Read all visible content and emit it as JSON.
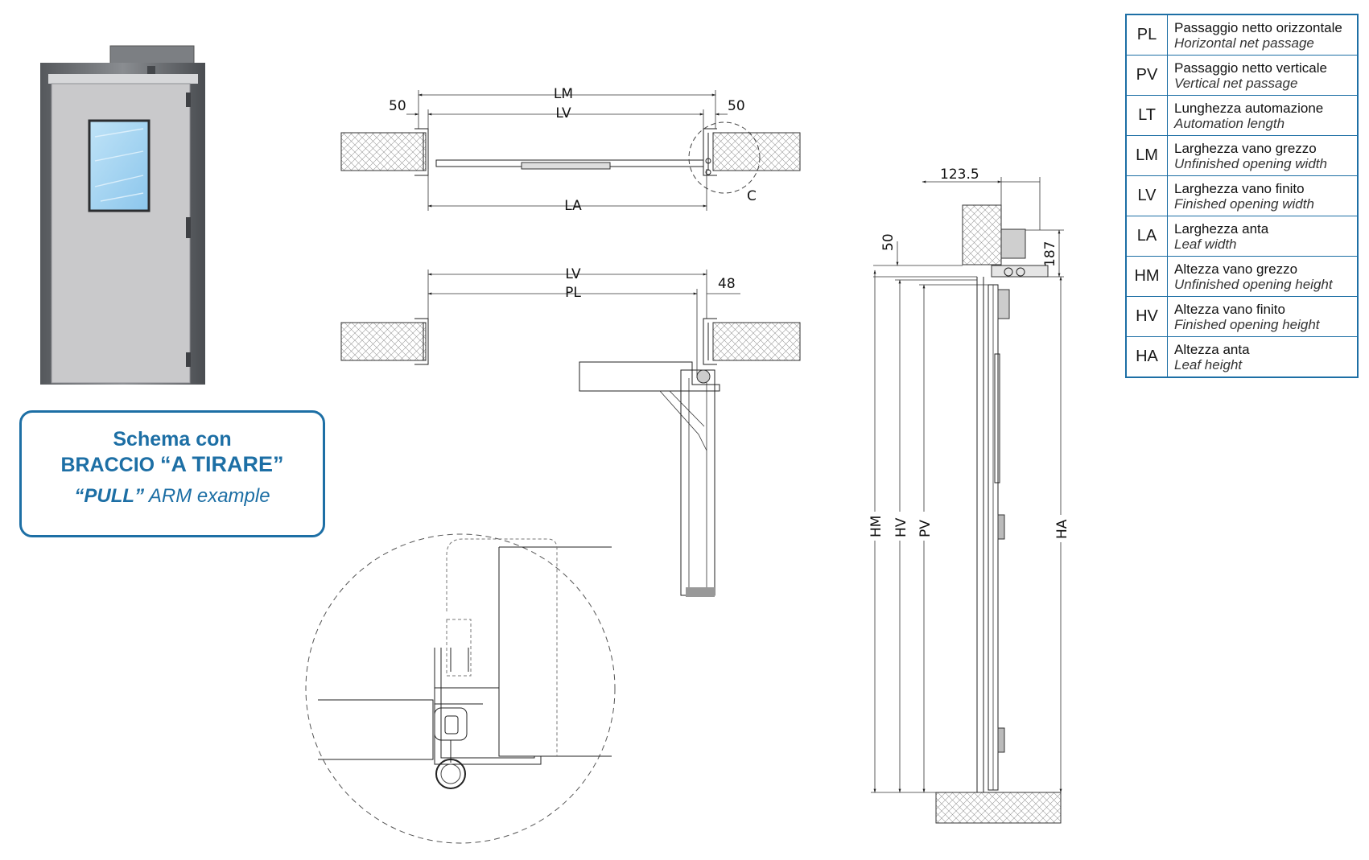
{
  "caption": {
    "line1": "Schema con",
    "line2_a": "BRACCIO ",
    "line2_b": "“A TIRARE”",
    "line3_a": "“PULL”",
    "line3_b": " ARM example"
  },
  "top_plan": {
    "lm": "LM",
    "lv": "LV",
    "la": "LA",
    "left_offset": "50",
    "right_offset": "50",
    "detail_label": "C"
  },
  "open_plan": {
    "lv": "LV",
    "pl": "PL",
    "offset": "48"
  },
  "section": {
    "top_width": "123.5",
    "top_gap": "50",
    "right_height": "187",
    "hm": "HM",
    "hv": "HV",
    "pv": "PV",
    "ha": "HA"
  },
  "legend": [
    {
      "code": "PL",
      "it_name": "Passaggio netto orizzontale",
      "en_name": "Horizontal net passage"
    },
    {
      "code": "PV",
      "it_name": "Passaggio netto verticale",
      "en_name": "Vertical net passage"
    },
    {
      "code": "LT",
      "it_name": "Lunghezza automazione",
      "en_name": "Automation length"
    },
    {
      "code": "LM",
      "it_name": "Larghezza vano grezzo",
      "en_name": "Unfinished opening width"
    },
    {
      "code": "LV",
      "it_name": "Larghezza vano finito",
      "en_name": "Finished opening width"
    },
    {
      "code": "LA",
      "it_name": "Larghezza anta",
      "en_name": "Leaf width"
    },
    {
      "code": "HM",
      "it_name": "Altezza vano grezzo",
      "en_name": "Unfinished opening height"
    },
    {
      "code": "HV",
      "it_name": "Altezza vano finito",
      "en_name": "Finished opening height"
    },
    {
      "code": "HA",
      "it_name": "Altezza anta",
      "en_name": "Leaf height"
    }
  ],
  "colors": {
    "accent": "#1d6fa5",
    "door_leaf": "#c9c9cb",
    "frame": "#6b6e72",
    "glass": "#9fd0f0"
  }
}
